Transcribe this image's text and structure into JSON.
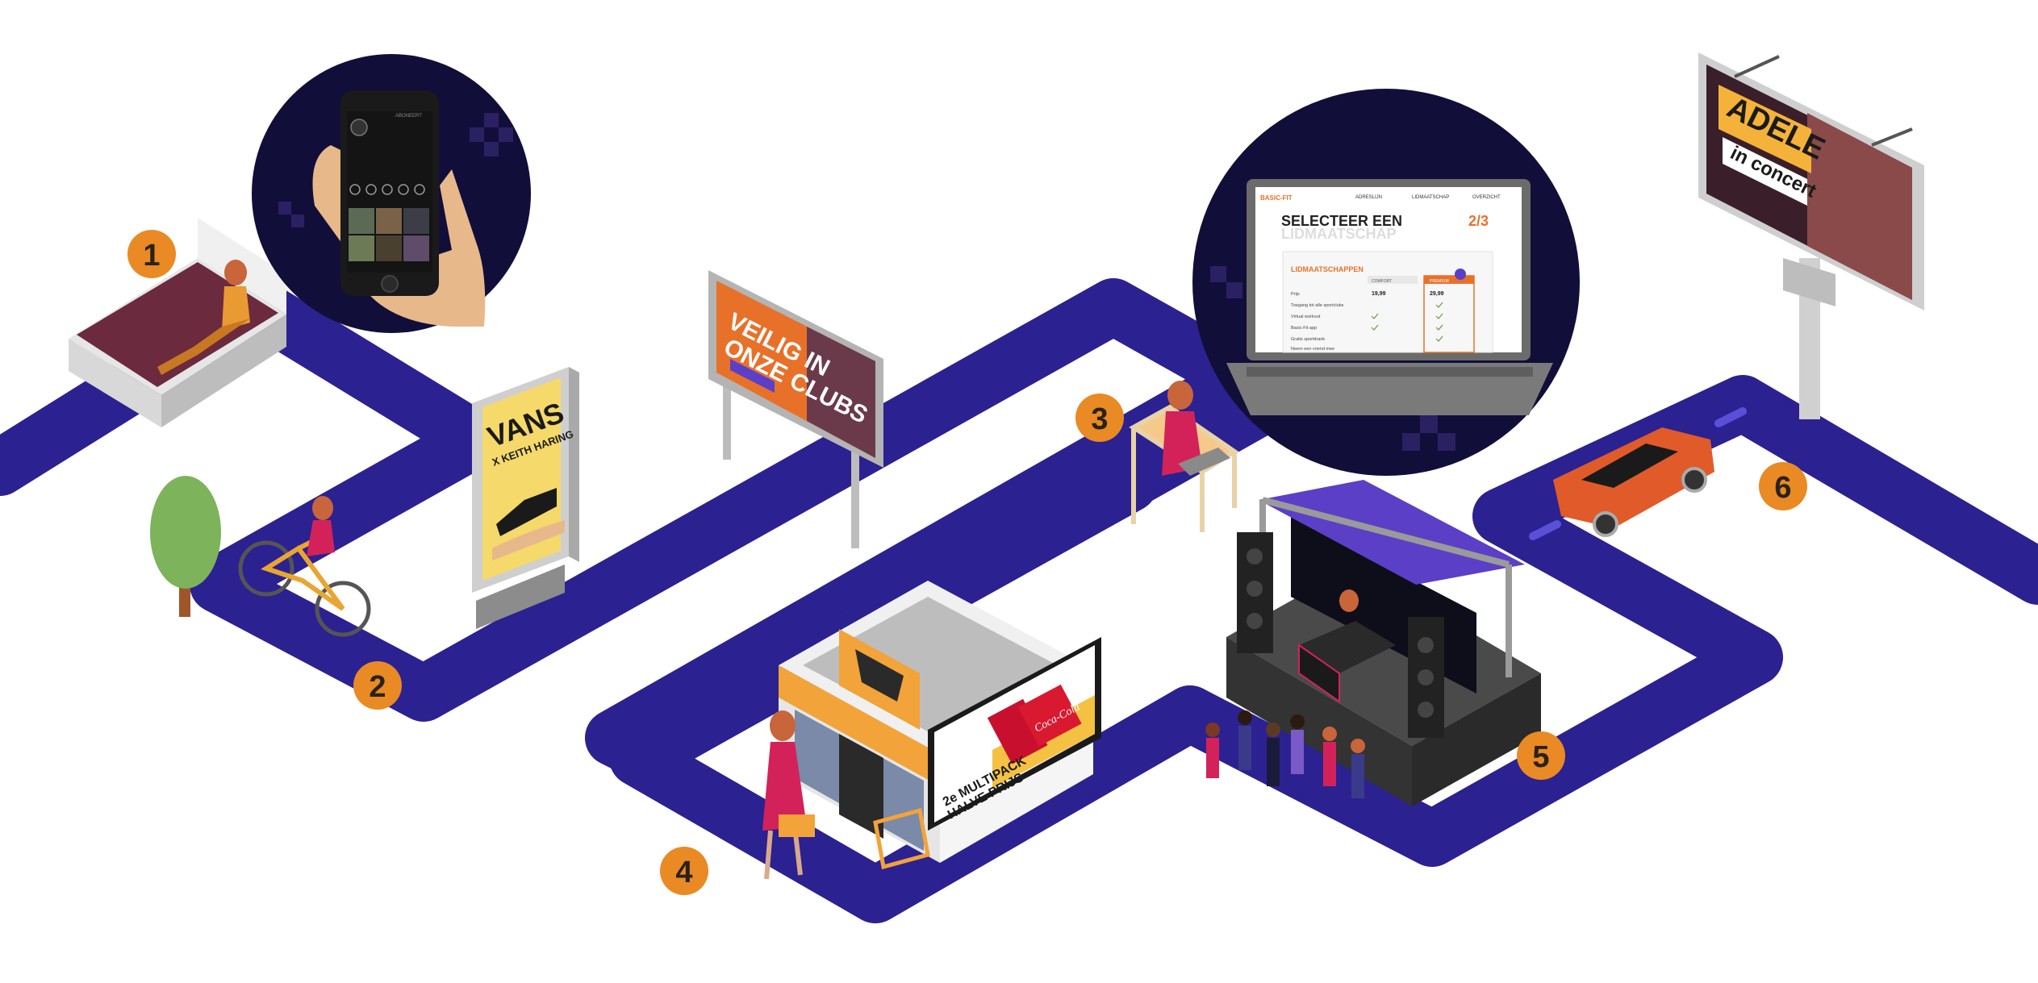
{
  "colors": {
    "road": "#2c2191",
    "road_line": "#4a3cc8",
    "marker": "#e98a24",
    "circle_bg": "#120e3a",
    "accent_orange": "#e8712a"
  },
  "steps": [
    "1",
    "2",
    "3",
    "4",
    "5",
    "6"
  ],
  "phone_screen": {
    "profile_label": "ABONEERT"
  },
  "poster_vans": {
    "line1": "VANS",
    "line2": "X KEITH HARING"
  },
  "billboard_clubs": {
    "line1": "VEILIG IN",
    "line2": "ONZE CLUBS"
  },
  "laptop_screen": {
    "logo": "BASIC-FIT",
    "nav": [
      "ADRESLIJN",
      "LIDMAATSCHAP",
      "OVERZICHT"
    ],
    "heading": "SELECTEER EEN",
    "heading2": "LIDMAATSCHAP",
    "step": "2/3",
    "section_title": "LIDMAATSCHAPPEN",
    "rows": [
      "Prijs",
      "Toegang tot alle sportclubs",
      "Virtual workout",
      "Basic-Fit app",
      "Gratis sportdrank",
      "Neem een vriend mee"
    ],
    "col1_label": "COMFORT",
    "col2_label": "PREMIUM",
    "price1": "19,99",
    "price2": "29,99"
  },
  "store_banner": {
    "line1": "2e MULTIPACK",
    "line2": "HALVE PRIJS",
    "brand": "Coca-Cola"
  },
  "billboard_adele": {
    "line1": "ADELE",
    "line2": "in concert"
  }
}
